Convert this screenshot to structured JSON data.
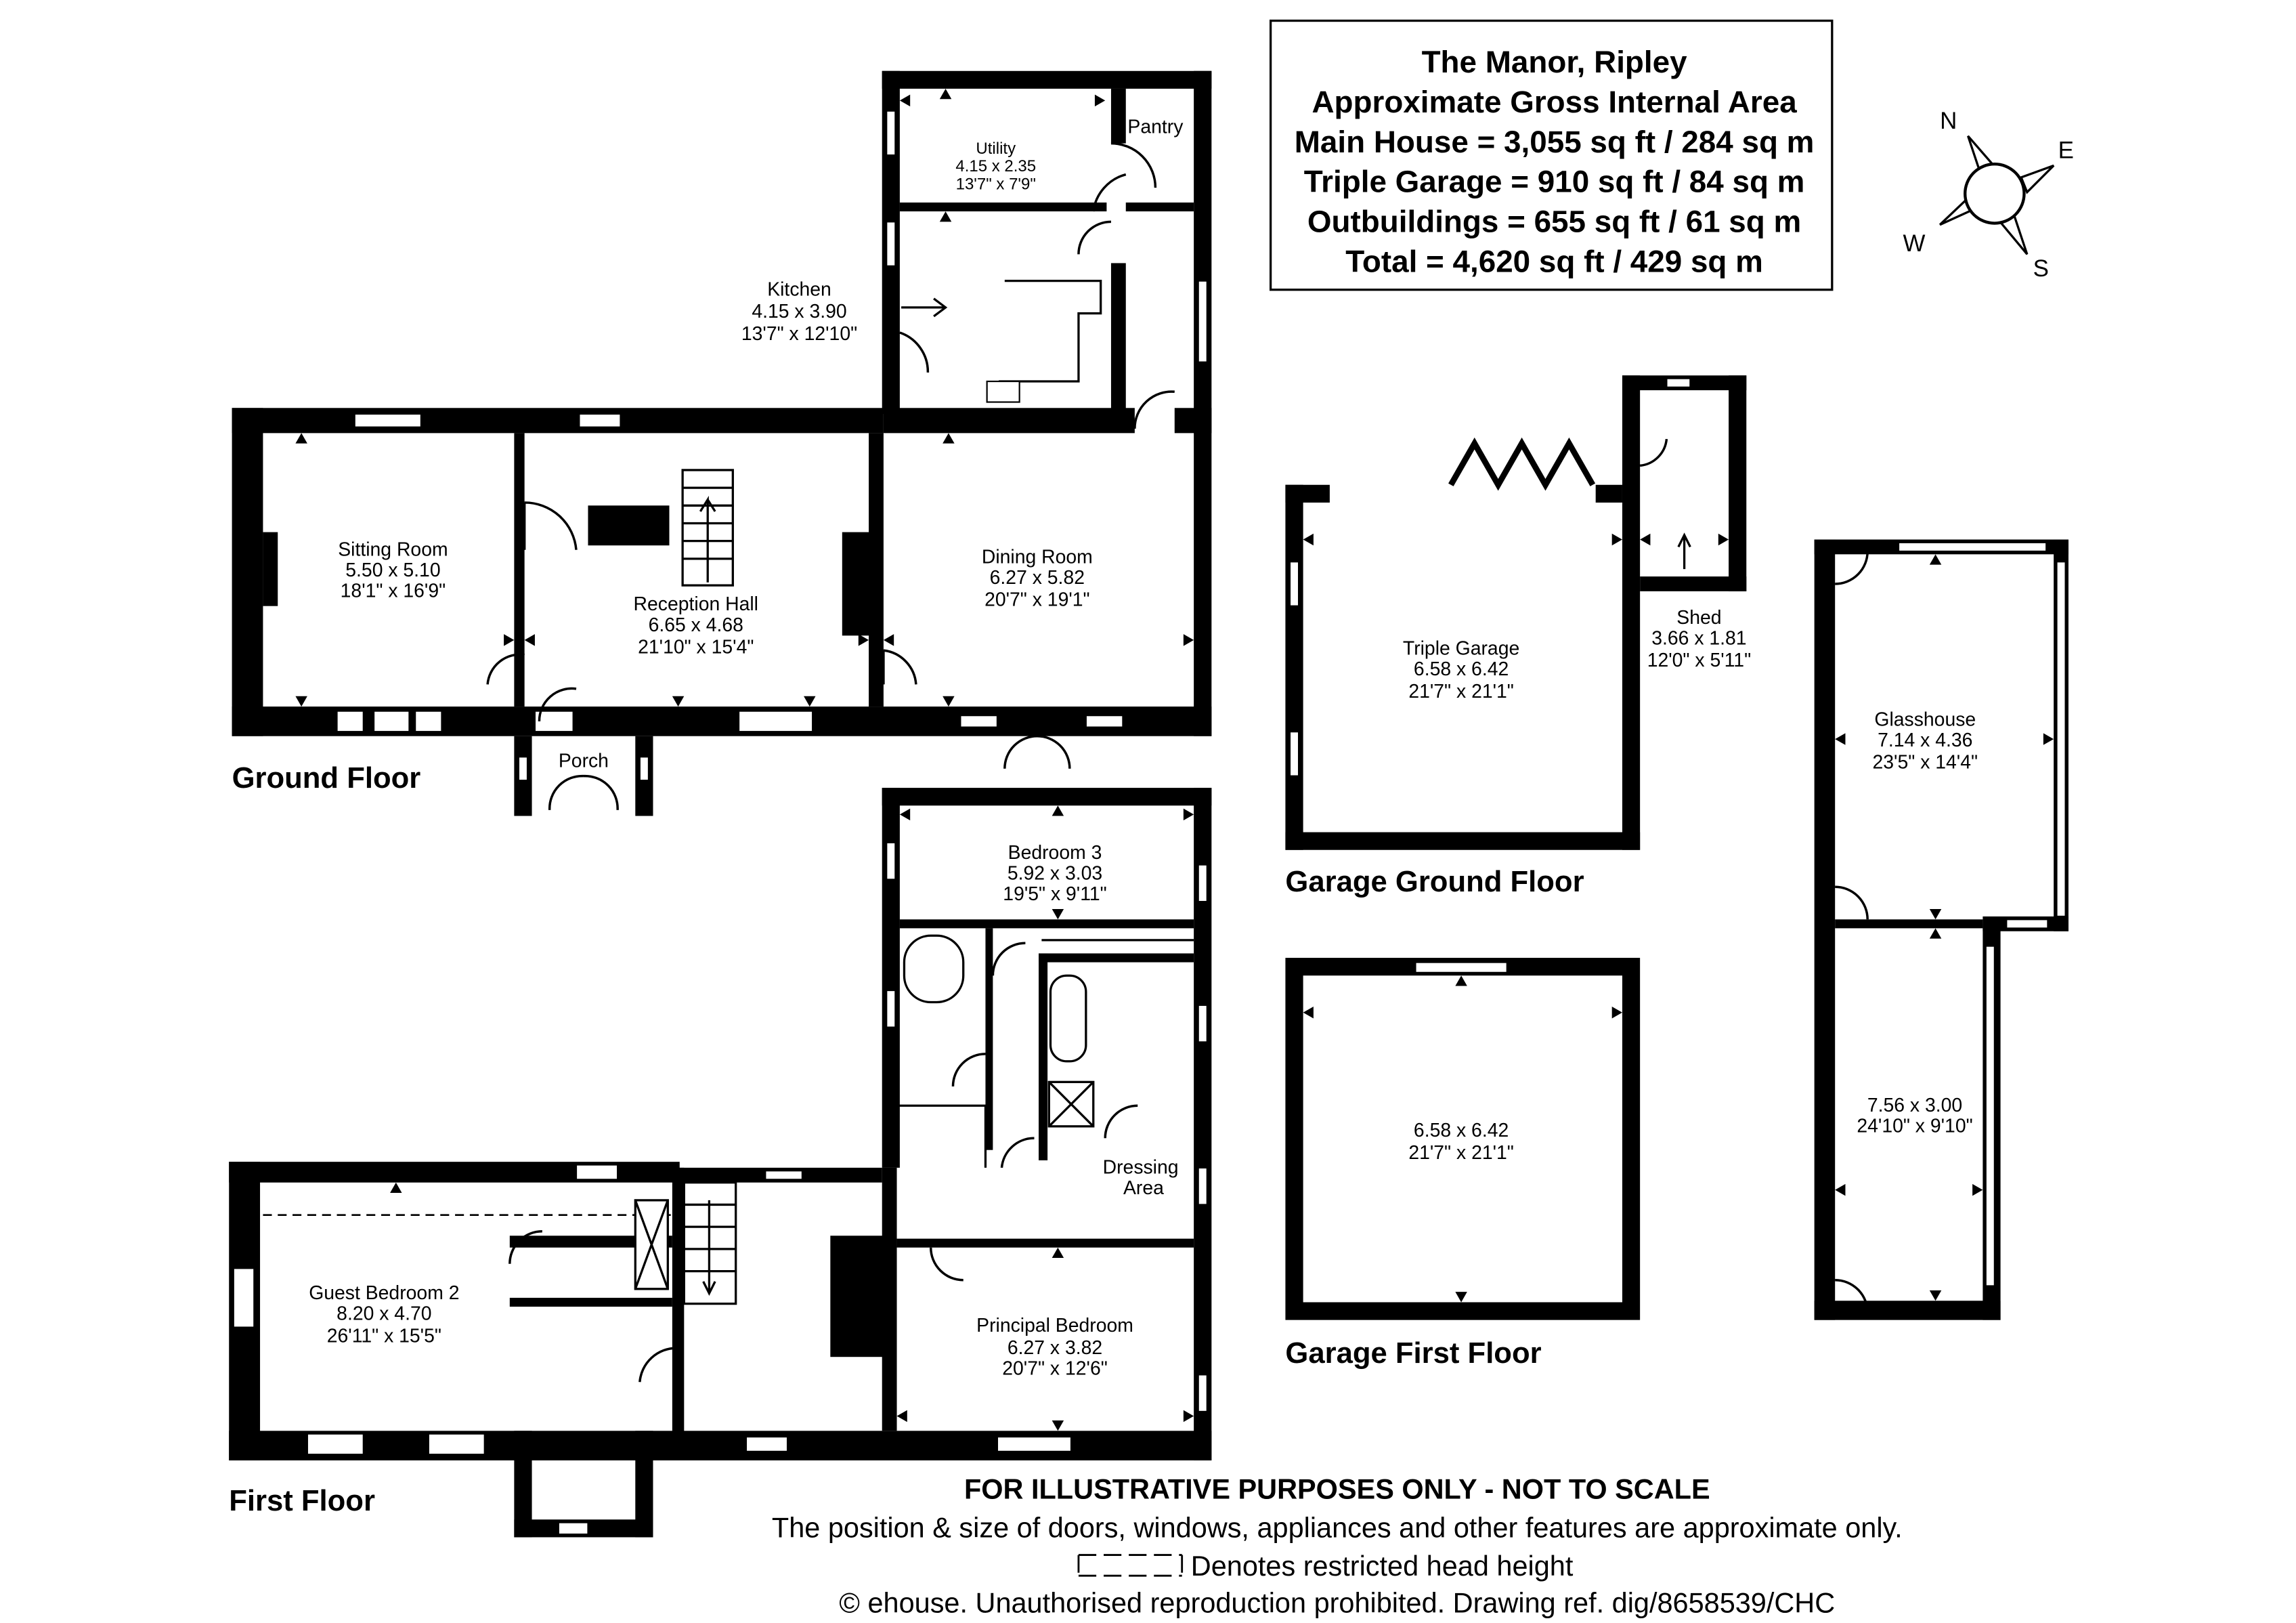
{
  "header": {
    "title": "The Manor, Ripley",
    "subtitle": "Approximate Gross Internal Area",
    "lines": [
      "Main House = 3,055 sq ft / 284 sq m",
      "Triple Garage = 910 sq ft / 84 sq m",
      "Outbuildings = 655 sq ft / 61 sq m",
      "Total = 4,620 sq ft / 429 sq m"
    ]
  },
  "compass": {
    "n": "N",
    "e": "E",
    "s": "S",
    "w": "W",
    "icon": "compass-icon"
  },
  "floors": {
    "ground": "Ground Floor",
    "first": "First Floor",
    "garage_ground": "Garage Ground Floor",
    "garage_first": "Garage First Floor"
  },
  "rooms": {
    "utility": {
      "name": "Utility",
      "metric": "4.15 x 2.35",
      "imperial": "13'7\" x 7'9\""
    },
    "pantry": {
      "name": "Pantry"
    },
    "kitchen": {
      "name": "Kitchen",
      "metric": "4.15 x 3.90",
      "imperial": "13'7\" x 12'10\""
    },
    "sitting_room": {
      "name": "Sitting Room",
      "metric": "5.50 x 5.10",
      "imperial": "18'1\" x 16'9\""
    },
    "reception_hall": {
      "name": "Reception Hall",
      "metric": "6.65 x 4.68",
      "imperial": "21'10\" x 15'4\""
    },
    "dining_room": {
      "name": "Dining Room",
      "metric": "6.27 x 5.82",
      "imperial": "20'7\" x 19'1\""
    },
    "porch": {
      "name": "Porch"
    },
    "bedroom_3": {
      "name": "Bedroom 3",
      "metric": "5.92 x 3.03",
      "imperial": "19'5\" x 9'11\""
    },
    "dressing_area": {
      "name_line1": "Dressing",
      "name_line2": "Area"
    },
    "guest_bedroom_2": {
      "name": "Guest Bedroom 2",
      "metric": "8.20 x 4.70",
      "imperial": "26'11\" x 15'5\""
    },
    "principal_bedroom": {
      "name": "Principal Bedroom",
      "metric": "6.27 x 3.82",
      "imperial": "20'7\" x 12'6\""
    },
    "triple_garage": {
      "name": "Triple Garage",
      "metric": "6.58 x 6.42",
      "imperial": "21'7\" x 21'1\""
    },
    "shed": {
      "name": "Shed",
      "metric": "3.66 x 1.81",
      "imperial": "12'0\" x 5'11\""
    },
    "garage_first_room": {
      "metric": "6.58 x 6.42",
      "imperial": "21'7\" x 21'1\""
    },
    "glasshouse": {
      "name": "Glasshouse",
      "metric": "7.14 x 4.36",
      "imperial": "23'5\" x 14'4\""
    },
    "outbuilding": {
      "metric": "7.56 x 3.00",
      "imperial": "24'10\" x 9'10\""
    }
  },
  "footer": {
    "disclaimer": "FOR ILLUSTRATIVE PURPOSES ONLY - NOT TO SCALE",
    "note": "The position & size of doors, windows, appliances and other features are approximate only.",
    "legend": "Denotes restricted head height",
    "copyright": "© ehouse. Unauthorised reproduction prohibited. Drawing ref. dig/8658539/CHC"
  }
}
